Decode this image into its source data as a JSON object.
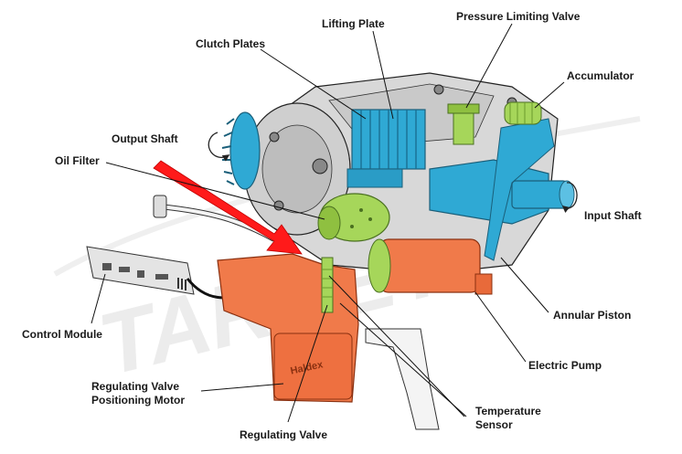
{
  "watermark": "TARGET",
  "logo_text": "Haldex",
  "colors": {
    "clutch_blue": "#2fa9d4",
    "pump_orange": "#f07a4a",
    "green": "#a6d65a",
    "arrow_red": "#ff1a1a",
    "housing_gray": "#d8d8d8"
  },
  "labels": {
    "lifting_plate": "Lifting Plate",
    "pressure_limiting_valve": "Pressure Limiting Valve",
    "clutch_plates": "Clutch Plates",
    "accumulator": "Accumulator",
    "output_shaft": "Output Shaft",
    "oil_filter": "Oil Filter",
    "input_shaft": "Input Shaft",
    "annular_piston": "Annular Piston",
    "control_module": "Control Module",
    "electric_pump": "Electric Pump",
    "regulating_valve_positioning_motor_1": "Regulating Valve",
    "regulating_valve_positioning_motor_2": "Positioning Motor",
    "temperature_sensor_1": "Temperature",
    "temperature_sensor_2": "Sensor",
    "regulating_valve": "Regulating Valve"
  }
}
